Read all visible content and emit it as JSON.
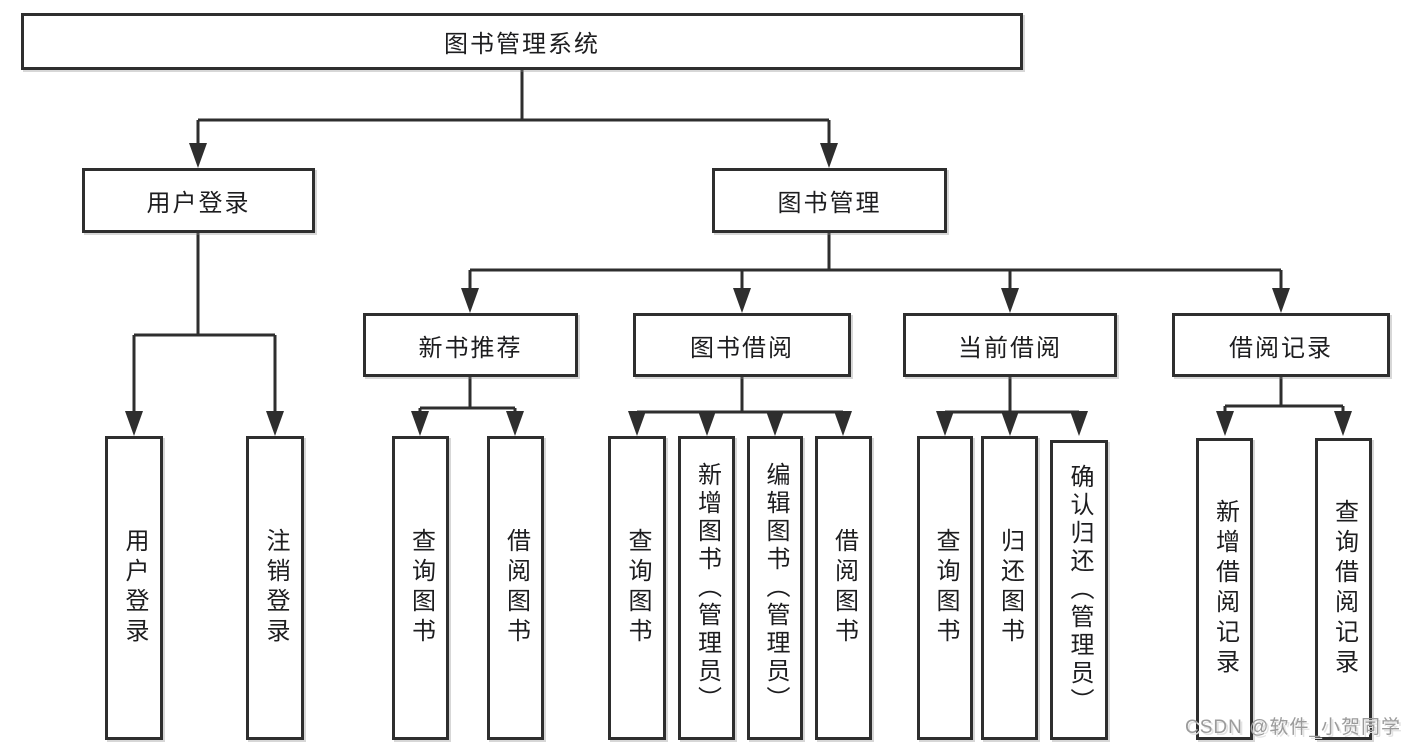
{
  "diagram": {
    "title": "图书管理系统",
    "tree": {
      "label": "图书管理系统",
      "children": [
        {
          "label": "用户登录",
          "children": [
            {
              "label": "用户登录"
            },
            {
              "label": "注销登录"
            }
          ]
        },
        {
          "label": "图书管理",
          "children": [
            {
              "label": "新书推荐",
              "children": [
                {
                  "label": "查询图书"
                },
                {
                  "label": "借阅图书"
                }
              ]
            },
            {
              "label": "图书借阅",
              "children": [
                {
                  "label": "查询图书"
                },
                {
                  "label": "新增图书（管理员）"
                },
                {
                  "label": "编辑图书（管理员）"
                },
                {
                  "label": "借阅图书"
                }
              ]
            },
            {
              "label": "当前借阅",
              "children": [
                {
                  "label": "查询图书"
                },
                {
                  "label": "归还图书"
                },
                {
                  "label": "确认归还（管理员）"
                }
              ]
            },
            {
              "label": "借阅记录",
              "children": [
                {
                  "label": "新增借阅记录"
                },
                {
                  "label": "查询借阅记录"
                }
              ]
            }
          ]
        }
      ]
    },
    "colors": {
      "line": "#2e2e2e",
      "box_border": "#2e2e2e",
      "text": "#1d1d1f",
      "background": "#ffffff",
      "watermark": "#9b9b9b"
    }
  },
  "watermark": {
    "text": "CSDN @软件_小贺同学"
  }
}
